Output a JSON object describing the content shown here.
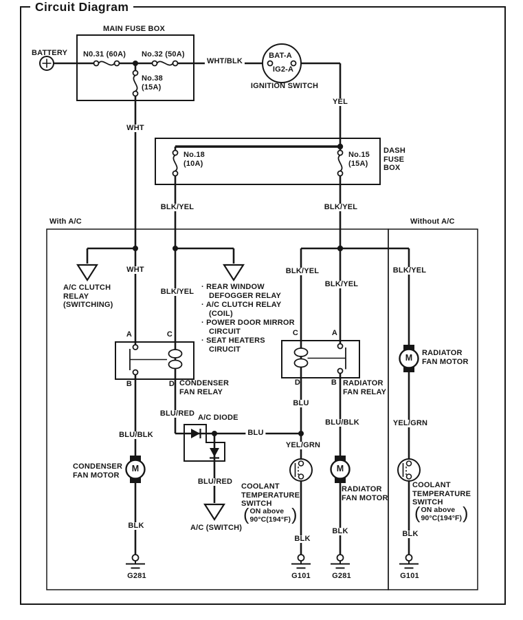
{
  "title": "Circuit Diagram",
  "sections": {
    "with_ac": "With A/C",
    "without_ac": "Without A/C"
  },
  "battery": {
    "label": "BATTERY"
  },
  "main_fuse_box": {
    "label": "MAIN FUSE BOX",
    "fuse31": "N0.31 (60A)",
    "fuse32": "No.32 (50A)",
    "fuse38": "No.38\n(15A)"
  },
  "ignition_switch": {
    "label": "IGNITION SWITCH",
    "bat_a": "BAT-A",
    "ig2_a": "IG2-A"
  },
  "dash_fuse_box": {
    "label": "DASH\nFUSE\nBOX",
    "fuse18": "No.18\n(10A)",
    "fuse15": "No.15\n(15A)"
  },
  "wires": {
    "wht_blk": "WHT/BLK",
    "yel": "YEL",
    "wht": "WHT",
    "blk_yel": "BLK/YEL",
    "blu_red": "BLU/RED",
    "blu": "BLU",
    "blu_blk": "BLU/BLK",
    "yel_grn": "YEL/GRN",
    "blk": "BLK"
  },
  "ac_clutch_relay": {
    "label": "A/C CLUTCH\nRELAY\n(SWITCHING)"
  },
  "feeds_list": {
    "item1": "REAR WINDOW\nDEFOGGER RELAY",
    "item2": "A/C CLUTCH RELAY\n(COIL)",
    "item3": "POWER DOOR MIRROR\nCIRCUIT",
    "item4": "SEAT HEATERS\nCIRUCIT"
  },
  "terminals": {
    "a": "A",
    "b": "B",
    "c": "C",
    "d": "D"
  },
  "condenser_fan_relay": {
    "label": "CONDENSER\nFAN RELAY"
  },
  "radiator_fan_relay": {
    "label": "RADIATOR\nFAN RELAY"
  },
  "ac_diode": {
    "label": "A/C DIODE"
  },
  "ac_switch": {
    "label": "A/C (SWITCH)"
  },
  "condenser_fan_motor": {
    "label": "CONDENSER\nFAN MOTOR",
    "m": "M"
  },
  "radiator_fan_motor": {
    "label": "RADIATOR\nFAN MOTOR",
    "m": "M"
  },
  "coolant_temp_switch": {
    "label": "COOLANT\nTEMPERATURE\nSWITCH",
    "paren_open": "(",
    "paren_close": ")",
    "condition_line1": "ON above",
    "condition_line2": "90°C(194°F)"
  },
  "grounds": {
    "g281": "G281",
    "g101": "G101"
  }
}
